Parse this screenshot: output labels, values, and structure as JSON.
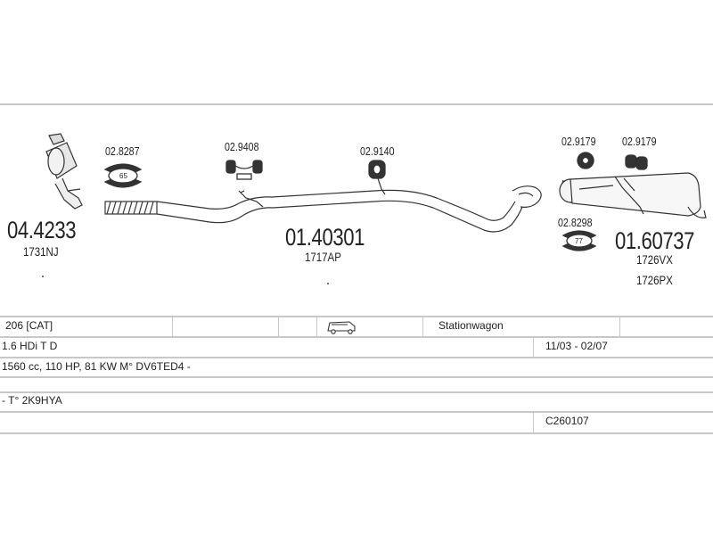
{
  "parts": {
    "catalyst": {
      "number": "04.4233",
      "code": "1731NJ"
    },
    "front_pipe": {
      "number": "01.40301",
      "code": "1717AP"
    },
    "rear_silencer": {
      "number": "01.60737",
      "codes": [
        "1726VX",
        "1726PX"
      ]
    },
    "clamp_front": {
      "number": "02.8287",
      "badge": "65"
    },
    "hanger_mid": {
      "number": "02.9408"
    },
    "hanger_center": {
      "number": "02.9140"
    },
    "hanger_rear_left": {
      "number": "02.9179"
    },
    "hanger_rear_right": {
      "number": "02.9179"
    },
    "clamp_rear": {
      "number": "02.8298",
      "badge": "77"
    }
  },
  "vehicle": {
    "model": "206  [CAT]",
    "body": "Stationwagon",
    "engine": "1.6 HDi T D",
    "years": "11/03 - 02/07",
    "specs": "1560 cc, 110 HP, 81 KW M° DV6TED4 -",
    "type": "-  T° 2K9HYA",
    "ref": "C260107"
  },
  "colors": {
    "line": "#c8c8c8",
    "ink": "#222222"
  },
  "icons": {
    "body_type": "van-icon"
  }
}
